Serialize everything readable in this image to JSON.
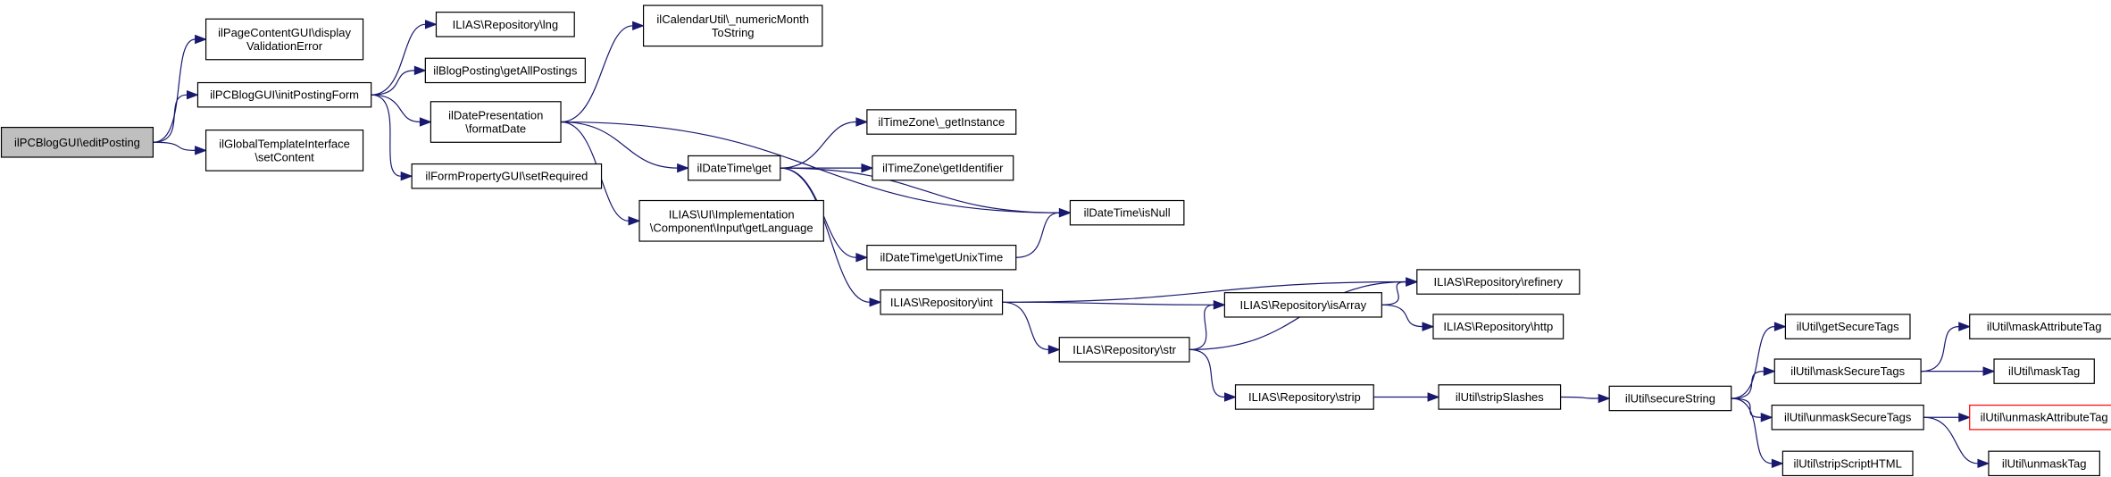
{
  "diagram": {
    "type": "call-graph",
    "nodes": [
      {
        "id": "editPosting",
        "lines": [
          "ilPCBlogGUI\\editPosting"
        ],
        "root": true
      },
      {
        "id": "displayValidationError",
        "lines": [
          "ilPageContentGUI\\display",
          "ValidationError"
        ]
      },
      {
        "id": "initPostingForm",
        "lines": [
          "ilPCBlogGUI\\initPostingForm"
        ]
      },
      {
        "id": "setContent",
        "lines": [
          "ilGlobalTemplateInterface",
          "\\setContent"
        ]
      },
      {
        "id": "lng",
        "lines": [
          "ILIAS\\Repository\\lng"
        ]
      },
      {
        "id": "getAllPostings",
        "lines": [
          "ilBlogPosting\\getAllPostings"
        ]
      },
      {
        "id": "formatDate",
        "lines": [
          "ilDatePresentation",
          "\\formatDate"
        ]
      },
      {
        "id": "setRequired",
        "lines": [
          "ilFormPropertyGUI\\setRequired"
        ]
      },
      {
        "id": "numericMonthToString",
        "lines": [
          "ilCalendarUtil\\_numericMonth",
          "ToString"
        ]
      },
      {
        "id": "dtGet",
        "lines": [
          "ilDateTime\\get"
        ]
      },
      {
        "id": "getLanguage",
        "lines": [
          "ILIAS\\UI\\Implementation",
          "\\Component\\Input\\getLanguage"
        ]
      },
      {
        "id": "tzGetInstance",
        "lines": [
          "ilTimeZone\\_getInstance"
        ]
      },
      {
        "id": "tzGetIdentifier",
        "lines": [
          "ilTimeZone\\getIdentifier"
        ]
      },
      {
        "id": "isNull",
        "lines": [
          "ilDateTime\\isNull"
        ]
      },
      {
        "id": "getUnixTime",
        "lines": [
          "ilDateTime\\getUnixTime"
        ]
      },
      {
        "id": "repoInt",
        "lines": [
          "ILIAS\\Repository\\int"
        ]
      },
      {
        "id": "refinery",
        "lines": [
          "ILIAS\\Repository\\refinery"
        ]
      },
      {
        "id": "isArray",
        "lines": [
          "ILIAS\\Repository\\isArray"
        ]
      },
      {
        "id": "http",
        "lines": [
          "ILIAS\\Repository\\http"
        ]
      },
      {
        "id": "repoStr",
        "lines": [
          "ILIAS\\Repository\\str"
        ]
      },
      {
        "id": "repoStrip",
        "lines": [
          "ILIAS\\Repository\\strip"
        ]
      },
      {
        "id": "stripSlashes",
        "lines": [
          "ilUtil\\stripSlashes"
        ]
      },
      {
        "id": "secureString",
        "lines": [
          "ilUtil\\secureString"
        ]
      },
      {
        "id": "getSecureTags",
        "lines": [
          "ilUtil\\getSecureTags"
        ]
      },
      {
        "id": "maskSecureTags",
        "lines": [
          "ilUtil\\maskSecureTags"
        ]
      },
      {
        "id": "unmaskSecureTags",
        "lines": [
          "ilUtil\\unmaskSecureTags"
        ]
      },
      {
        "id": "stripScriptHTML",
        "lines": [
          "ilUtil\\stripScriptHTML"
        ]
      },
      {
        "id": "maskAttributeTag",
        "lines": [
          "ilUtil\\maskAttributeTag"
        ]
      },
      {
        "id": "maskTag",
        "lines": [
          "ilUtil\\maskTag"
        ]
      },
      {
        "id": "unmaskAttributeTag",
        "lines": [
          "ilUtil\\unmaskAttributeTag"
        ],
        "highlight": true
      },
      {
        "id": "unmaskTag",
        "lines": [
          "ilUtil\\unmaskTag"
        ]
      }
    ],
    "edges": [
      [
        "editPosting",
        "displayValidationError"
      ],
      [
        "editPosting",
        "initPostingForm"
      ],
      [
        "editPosting",
        "setContent"
      ],
      [
        "initPostingForm",
        "lng"
      ],
      [
        "initPostingForm",
        "getAllPostings"
      ],
      [
        "initPostingForm",
        "formatDate"
      ],
      [
        "initPostingForm",
        "setRequired"
      ],
      [
        "formatDate",
        "numericMonthToString"
      ],
      [
        "formatDate",
        "isNull"
      ],
      [
        "formatDate",
        "dtGet"
      ],
      [
        "formatDate",
        "getLanguage"
      ],
      [
        "dtGet",
        "tzGetInstance"
      ],
      [
        "dtGet",
        "tzGetIdentifier"
      ],
      [
        "dtGet",
        "isNull"
      ],
      [
        "dtGet",
        "getUnixTime"
      ],
      [
        "dtGet",
        "repoInt"
      ],
      [
        "getUnixTime",
        "isNull"
      ],
      [
        "repoInt",
        "refinery"
      ],
      [
        "repoInt",
        "isArray"
      ],
      [
        "repoInt",
        "repoStr"
      ],
      [
        "isArray",
        "refinery"
      ],
      [
        "isArray",
        "http"
      ],
      [
        "repoStr",
        "isArray"
      ],
      [
        "repoStr",
        "refinery"
      ],
      [
        "repoStr",
        "repoStrip"
      ],
      [
        "repoStrip",
        "stripSlashes"
      ],
      [
        "stripSlashes",
        "secureString"
      ],
      [
        "secureString",
        "getSecureTags"
      ],
      [
        "secureString",
        "maskSecureTags"
      ],
      [
        "secureString",
        "unmaskSecureTags"
      ],
      [
        "secureString",
        "stripScriptHTML"
      ],
      [
        "maskSecureTags",
        "maskAttributeTag"
      ],
      [
        "maskSecureTags",
        "maskTag"
      ],
      [
        "unmaskSecureTags",
        "unmaskAttributeTag"
      ],
      [
        "unmaskSecureTags",
        "unmaskTag"
      ]
    ],
    "colors": {
      "edge": "#191970",
      "root_fill": "#bfbfbf",
      "highlight_border": "#ff0000"
    }
  }
}
